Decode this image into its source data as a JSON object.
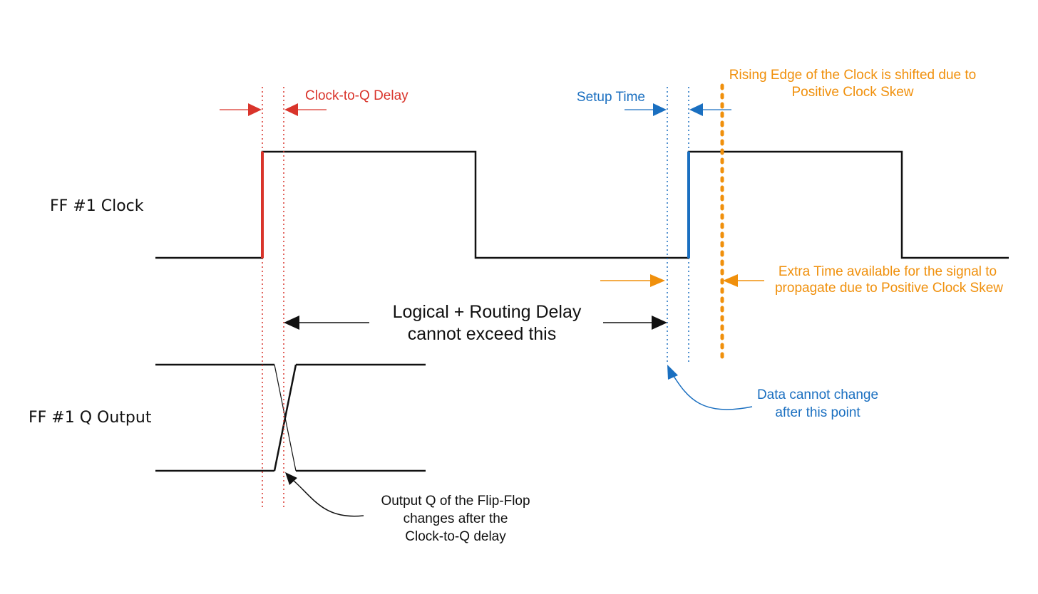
{
  "colors": {
    "black": "#111111",
    "red": "#d9342b",
    "blue": "#1a6fc0",
    "orange": "#f0900c"
  },
  "signals": {
    "clock_label": "FF #1 Clock",
    "q_label": "FF #1 Q Output"
  },
  "annotations": {
    "clock_to_q": "Clock-to-Q Delay",
    "setup_time": "Setup Time",
    "skew_line1": "Rising Edge of the Clock is shifted due to",
    "skew_line2": "Positive Clock Skew",
    "extra_line1": "Extra Time available for the signal to",
    "extra_line2": "propagate due to Positive Clock Skew",
    "logic_line1": "Logical + Routing Delay",
    "logic_line2": "cannot exceed this",
    "data_line1": "Data cannot change",
    "data_line2": "after this point",
    "output_line1": "Output Q of the Flip-Flop",
    "output_line2": "changes after the",
    "output_line3": "Clock-to-Q delay"
  }
}
